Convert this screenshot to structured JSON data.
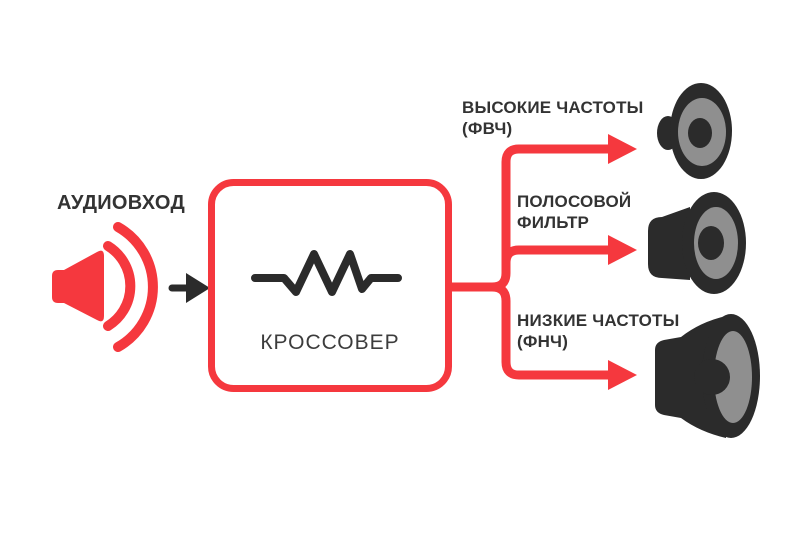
{
  "colors": {
    "red": "#f5383e",
    "dark": "#2b2b2b",
    "gray": "#8f8f8f",
    "text": "#333333"
  },
  "input": {
    "label": "АУДИОВХОД",
    "icon": "speaker-sound-waves-icon"
  },
  "crossover": {
    "label": "КРОССОВЕР",
    "icon": "resistor-zigzag-icon"
  },
  "outputs": [
    {
      "id": "high",
      "label_line1": "ВЫСОКИЕ ЧАСТОТЫ",
      "label_line2": "(ФВЧ)",
      "speaker_icon": "tweeter-speaker-icon"
    },
    {
      "id": "band",
      "label_line1": "ПОЛОСОВОЙ",
      "label_line2": "ФИЛЬТР",
      "speaker_icon": "midrange-speaker-icon"
    },
    {
      "id": "low",
      "label_line1": "НИЗКИЕ ЧАСТОТЫ",
      "label_line2": "(ФНЧ)",
      "speaker_icon": "woofer-speaker-icon"
    }
  ]
}
